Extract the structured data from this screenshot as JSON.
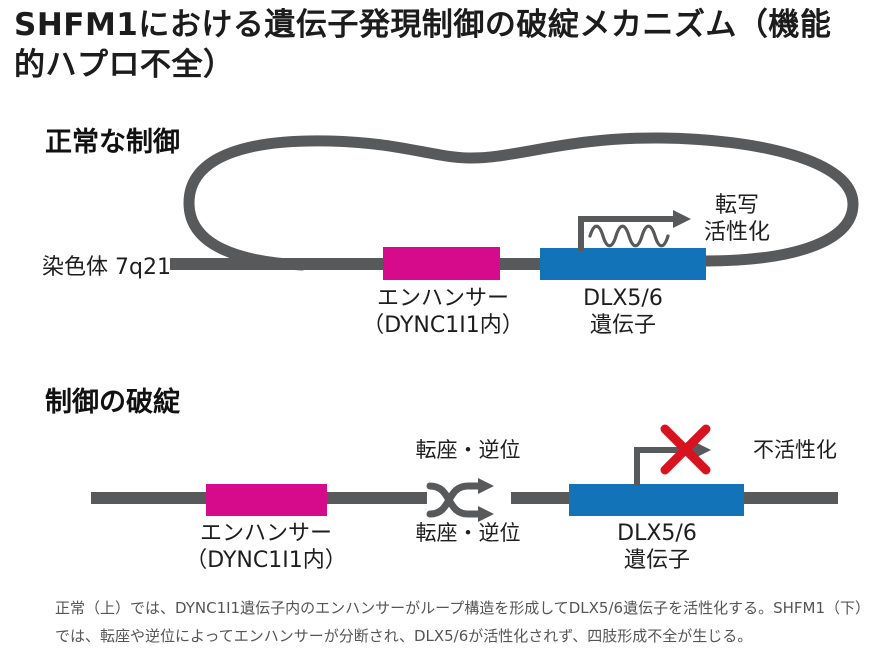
{
  "title": "SHFM1における遺伝子発現制御の破綻メカニズム（機能的ハプロ不全）",
  "normal": {
    "heading": "正常な制御",
    "chromosome_label": "染色体 7q21",
    "enhancer_label": [
      "エンハンサー",
      "（DYNC1I1内）"
    ],
    "gene_label": [
      "DLX5/6",
      "遺伝子"
    ],
    "transcription_label": [
      "転写",
      "活性化"
    ]
  },
  "broken": {
    "heading": "制御の破綻",
    "enhancer_label": [
      "エンハンサー",
      "（DYNC1I1内）"
    ],
    "gene_label": [
      "DLX5/6",
      "遺伝子"
    ],
    "translocation_label_top": "転座・逆位",
    "translocation_label_bottom": "転座・逆位",
    "inactivation_label": "不活性化"
  },
  "caption": "正常（上）では、DYNC1I1遺伝子内のエンハンサーがループ構造を形成してDLX5/6遺伝子を活性化する。SHFM1（下）では、転座や逆位によってエンハンサーが分断され、DLX5/6が活性化されず、四肢形成不全が生じる。",
  "colors": {
    "chromosome": "#58595b",
    "enhancer": "#d60b8c",
    "gene": "#1273b8",
    "error_red": "#d8121f",
    "title_text": "#1c1c1c",
    "caption_text": "#555555"
  }
}
